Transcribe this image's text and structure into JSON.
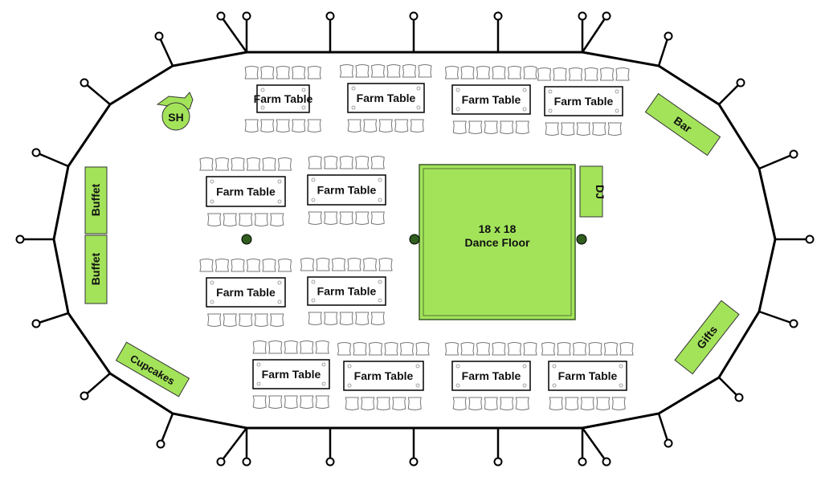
{
  "tables": [
    {
      "label": "Farm Table"
    },
    {
      "label": "Farm Table"
    },
    {
      "label": "Farm Table"
    },
    {
      "label": "Farm Table"
    },
    {
      "label": "Farm Table"
    },
    {
      "label": "Farm Table"
    },
    {
      "label": "Farm Table"
    },
    {
      "label": "Farm Table"
    },
    {
      "label": "Farm Table"
    },
    {
      "label": "Farm Table"
    },
    {
      "label": "Farm Table"
    },
    {
      "label": "Farm Table"
    }
  ],
  "dance_floor": {
    "line1": "18 x 18",
    "line2": "Dance Floor"
  },
  "stations": {
    "dj": "DJ",
    "buffet1": "Buffet",
    "buffet2": "Buffet",
    "bar": "Bar",
    "gifts": "Gifts",
    "cupcakes": "Cupcakes",
    "sh": "SH"
  },
  "colors": {
    "green": "#a3e35a",
    "dark_green": "#2f5e1e",
    "outline": "#000000"
  }
}
